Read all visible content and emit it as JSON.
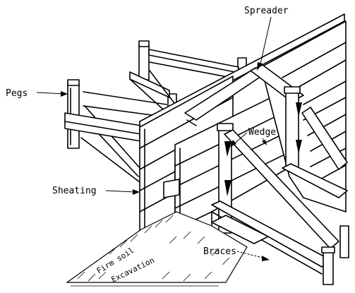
{
  "labels": {
    "spreader": "Spreader",
    "pegs": "Pegs",
    "wedge": "Wedge",
    "sheating": "Sheating",
    "braces": "Braces",
    "firm_soil": "Firm soil",
    "excavation": "Excavation"
  }
}
